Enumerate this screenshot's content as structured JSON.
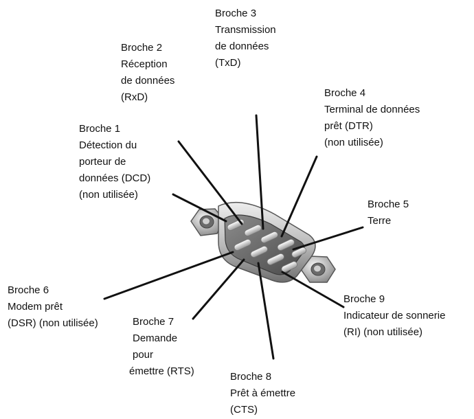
{
  "pins": [
    {
      "id": "pin1",
      "lines": [
        "Broche 1",
        "Détection du",
        "porteur de",
        "données (DCD)",
        "(non utilisée)"
      ]
    },
    {
      "id": "pin2",
      "lines": [
        "Broche 2",
        "Réception",
        "de données",
        "(RxD)"
      ]
    },
    {
      "id": "pin3",
      "lines": [
        "Broche 3",
        "Transmission",
        "de données",
        "(TxD)"
      ]
    },
    {
      "id": "pin4",
      "lines": [
        "Broche 4",
        "Terminal de données",
        "prêt (DTR)",
        "(non utilisée)"
      ]
    },
    {
      "id": "pin5",
      "lines": [
        "Broche 5",
        "Terre"
      ]
    },
    {
      "id": "pin6",
      "lines": [
        "Broche 6",
        "Modem prêt",
        "(DSR) (non utilisée)"
      ]
    },
    {
      "id": "pin7",
      "lines": [
        "Broche 7",
        "Demande",
        "pour",
        "émettre (RTS)"
      ]
    },
    {
      "id": "pin8",
      "lines": [
        "Broche 8",
        "Prêt à émettre",
        "(CTS)"
      ]
    },
    {
      "id": "pin9",
      "lines": [
        "Broche 9",
        "Indicateur de sonnerie",
        "(RI) (non utilisée)"
      ]
    }
  ],
  "colors": {
    "line": "#111111",
    "connector_light": "#e4e4e4",
    "connector_mid": "#a6a6a6",
    "connector_dark": "#5a5a5a",
    "pin_light": "#f2f2f2",
    "pin_dark": "#9a9a9a"
  }
}
